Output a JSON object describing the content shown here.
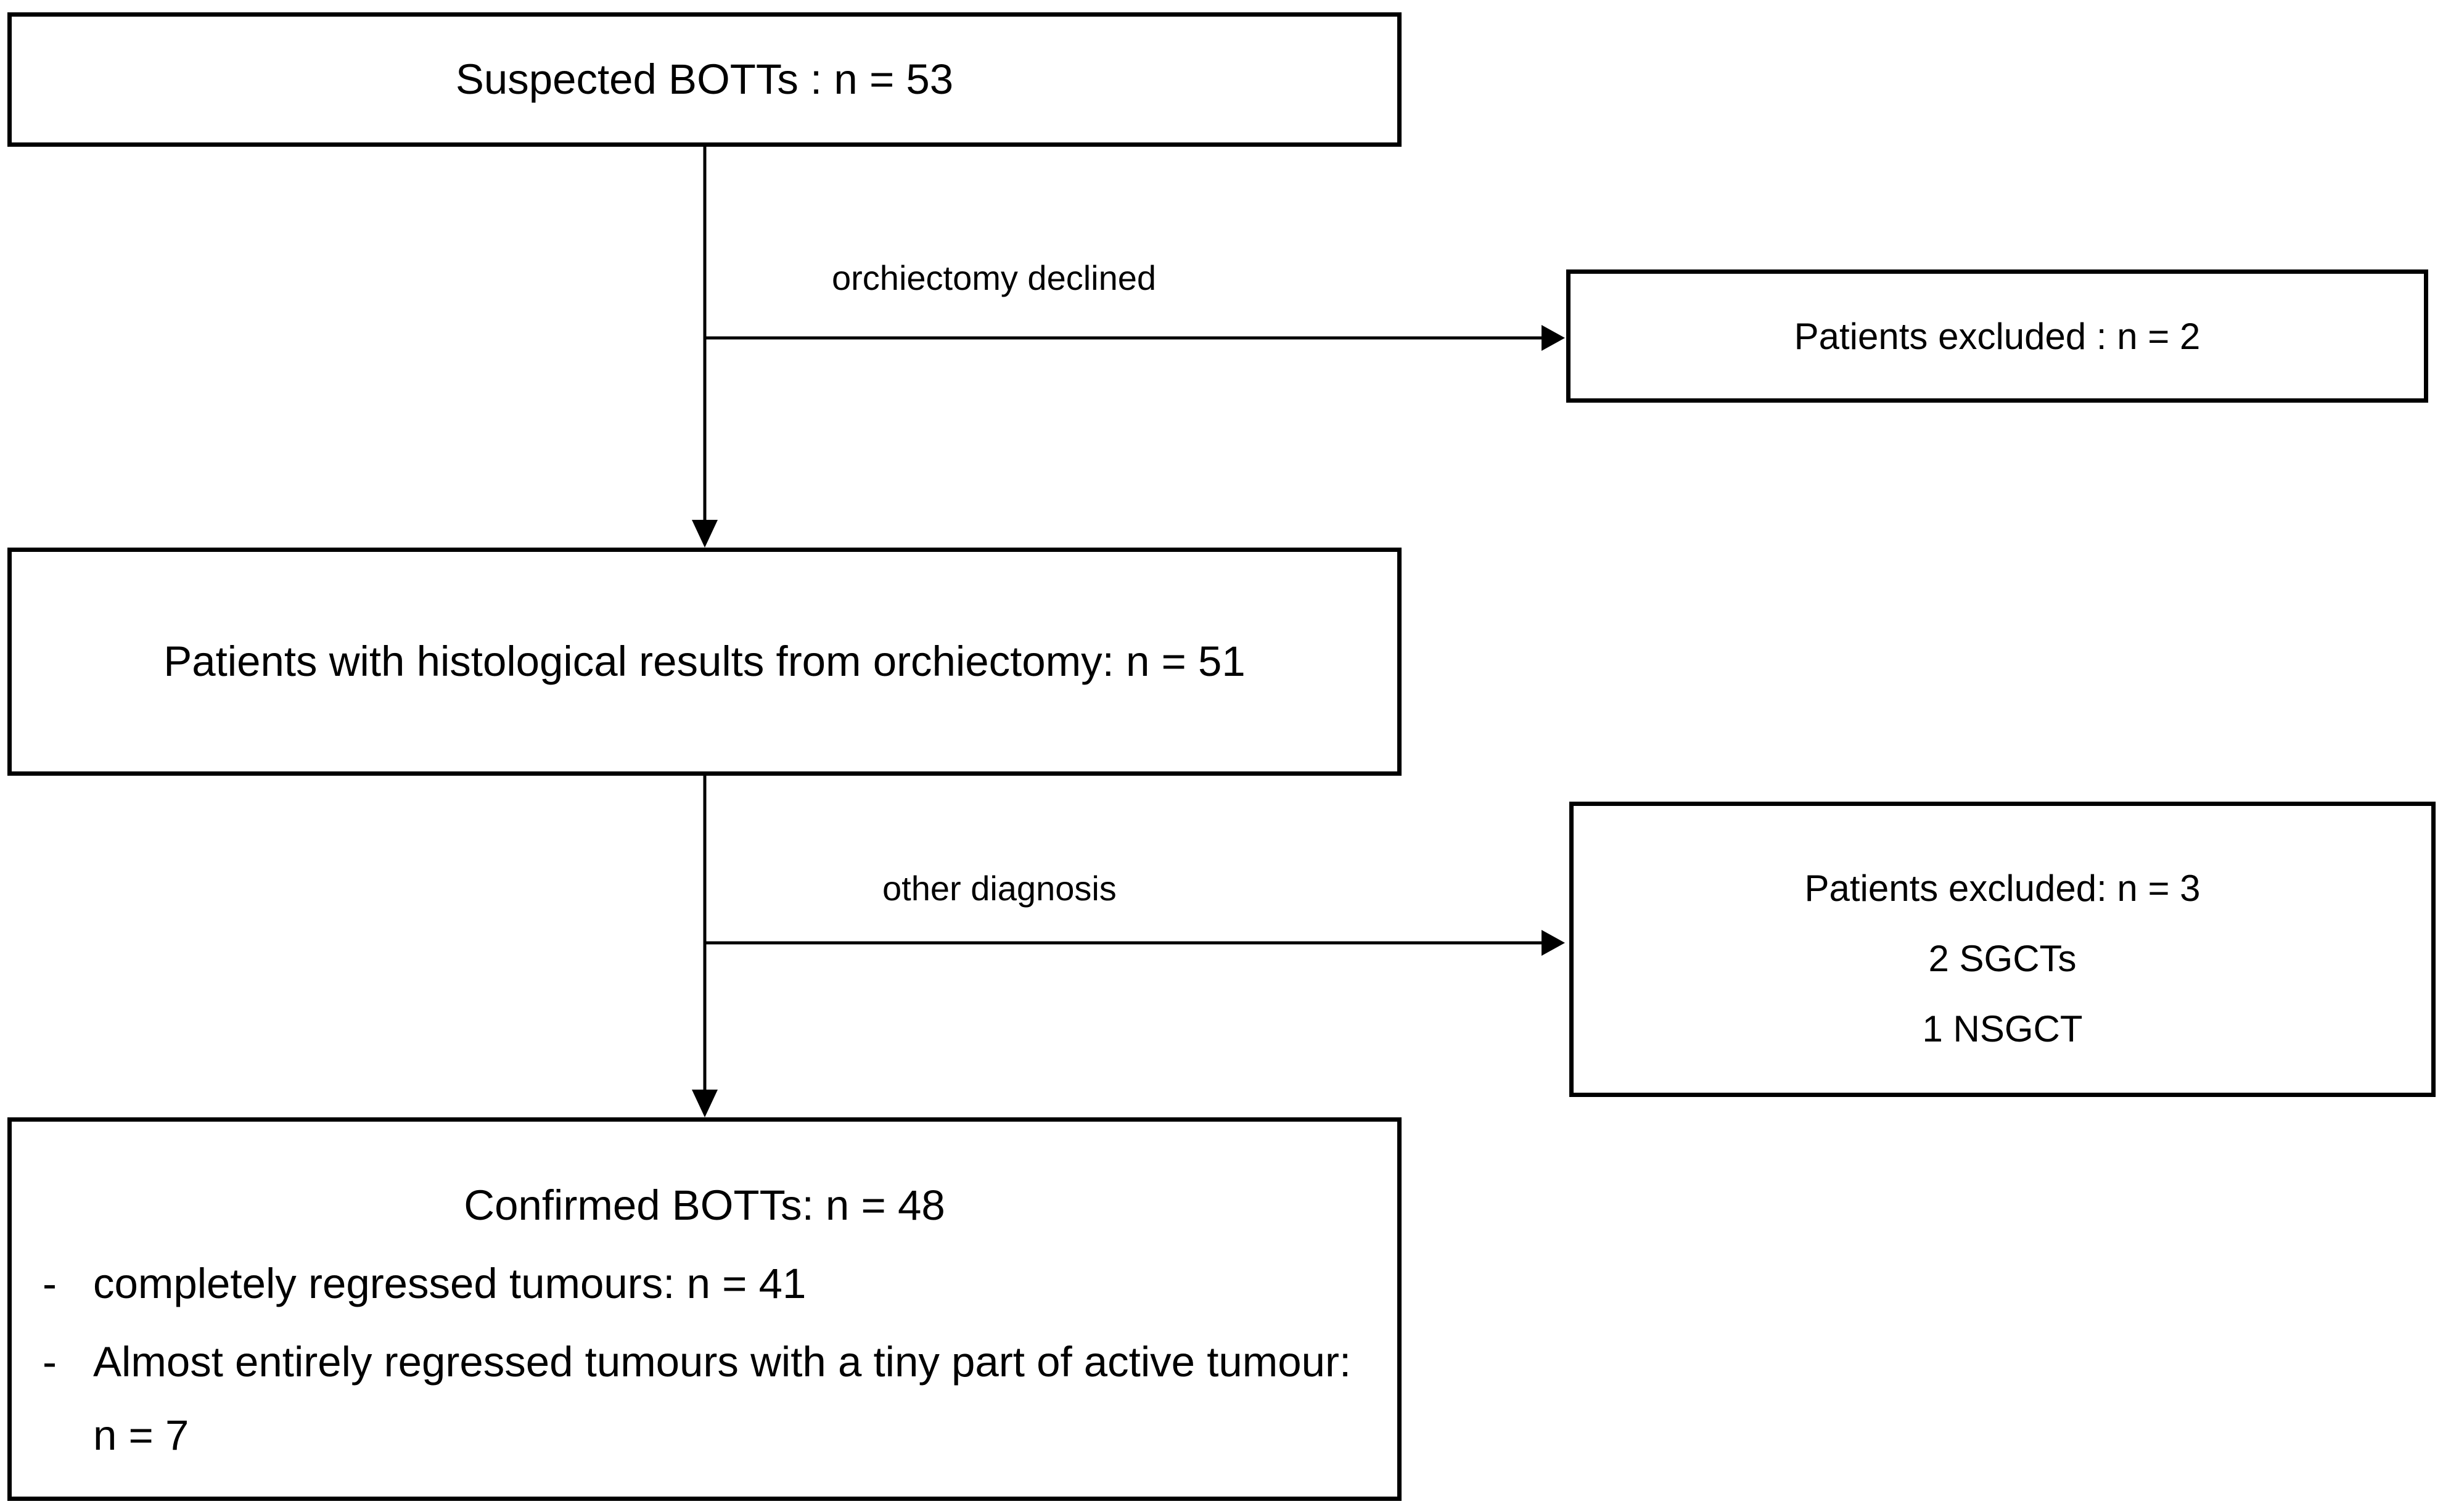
{
  "figure": {
    "colors": {
      "background": "#ffffff",
      "line": "#000000",
      "text": "#000000"
    },
    "nodes": {
      "suspected": {
        "text": "Suspected BOTTs : n = 53"
      },
      "histology": {
        "text": "Patients with histological results from orchiectomy: n = 51"
      },
      "excluded_orchiectomy": {
        "text": "Patients excluded : n = 2"
      },
      "excluded_diagnosis": {
        "lines": [
          "Patients excluded: n = 3",
          "2 SGCTs",
          "1 NSGCT"
        ]
      },
      "confirmed": {
        "title": "Confirmed BOTTs: n = 48",
        "bullets": [
          {
            "marker": "-",
            "lines": [
              "completely regressed tumours: n = 41"
            ]
          },
          {
            "marker": "-",
            "lines": [
              "Almost entirely regressed tumours with a tiny part of active tumour:",
              "n = 7"
            ]
          }
        ]
      }
    },
    "edge_labels": {
      "orchiectomy_declined": "orchiectomy declined",
      "other_diagnosis": "other diagnosis"
    }
  }
}
